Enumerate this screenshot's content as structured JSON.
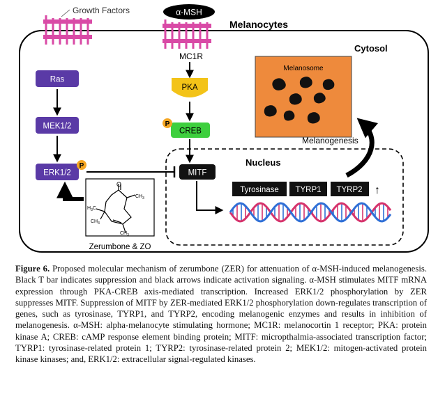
{
  "figure": {
    "cell_label": "Melanocytes",
    "cytosol_label": "Cytosol",
    "nucleus_label": "Nucleus",
    "melanosome_label": "Melanosome",
    "melanogenesis_label": "Melanogenesis",
    "growth_factors_label": "Growth Factors",
    "ligand_label": "α-MSH",
    "receptor_label": "MC1R",
    "nodes": {
      "ras": "Ras",
      "mek": "MEK1/2",
      "erk": "ERK1/2",
      "pka": "PKA",
      "creb": "CREB",
      "mitf": "MITF"
    },
    "phospho_label": "P",
    "genes": [
      "Tyrosinase",
      "TYRP1",
      "TYRP2"
    ],
    "up_arrow": "↑",
    "compound": {
      "name": "Zerumbone & ZO",
      "atom_o": "O",
      "ch3_a": "CH",
      "ch3_b": "CH",
      "ch3_c": "CH",
      "h3c": "H",
      "sub3": "3",
      "c_label": "C"
    },
    "colors": {
      "kinase": "#5a3aa6",
      "pka": "#f3c318",
      "creb": "#3ecf3e",
      "phospho": "#f5a623",
      "melanosome_box": "#ee8a3c",
      "receptor": "#d94aa6",
      "dna_a": "#d6336c",
      "dna_b": "#2f6fd6"
    }
  },
  "caption": {
    "label": "Figure 6.",
    "text": "Proposed molecular mechanism of zerumbone (ZER) for attenuation of α-MSH-induced melanogenesis. Black T bar indicates suppression and black arrows indicate activation signaling. α-MSH stimulates MITF mRNA expression through PKA-CREB axis-mediated transcription. Increased ERK1/2 phosphorylation by ZER suppresses MITF. Suppression of MITF by ZER-mediated ERK1/2 phosphorylation down-regulates transcription of genes, such as tyrosinase, TYRP1, and TYRP2, encoding melanogenic enzymes and results in inhibition of melanogenesis. α-MSH: alpha-melanocyte stimulating hormone; MC1R: melanocortin 1 receptor; PKA: protein kinase A; CREB: cAMP response element binding protein; MITF: micropthalmia-associated transcription factor; TYRP1: tyrosinase-related protein 1; TYRP2: tyrosinase-related protein 2; MEK1/2: mitogen-activated protein kinase kinases; and, ERK1/2: extracellular signal-regulated kinases."
  }
}
